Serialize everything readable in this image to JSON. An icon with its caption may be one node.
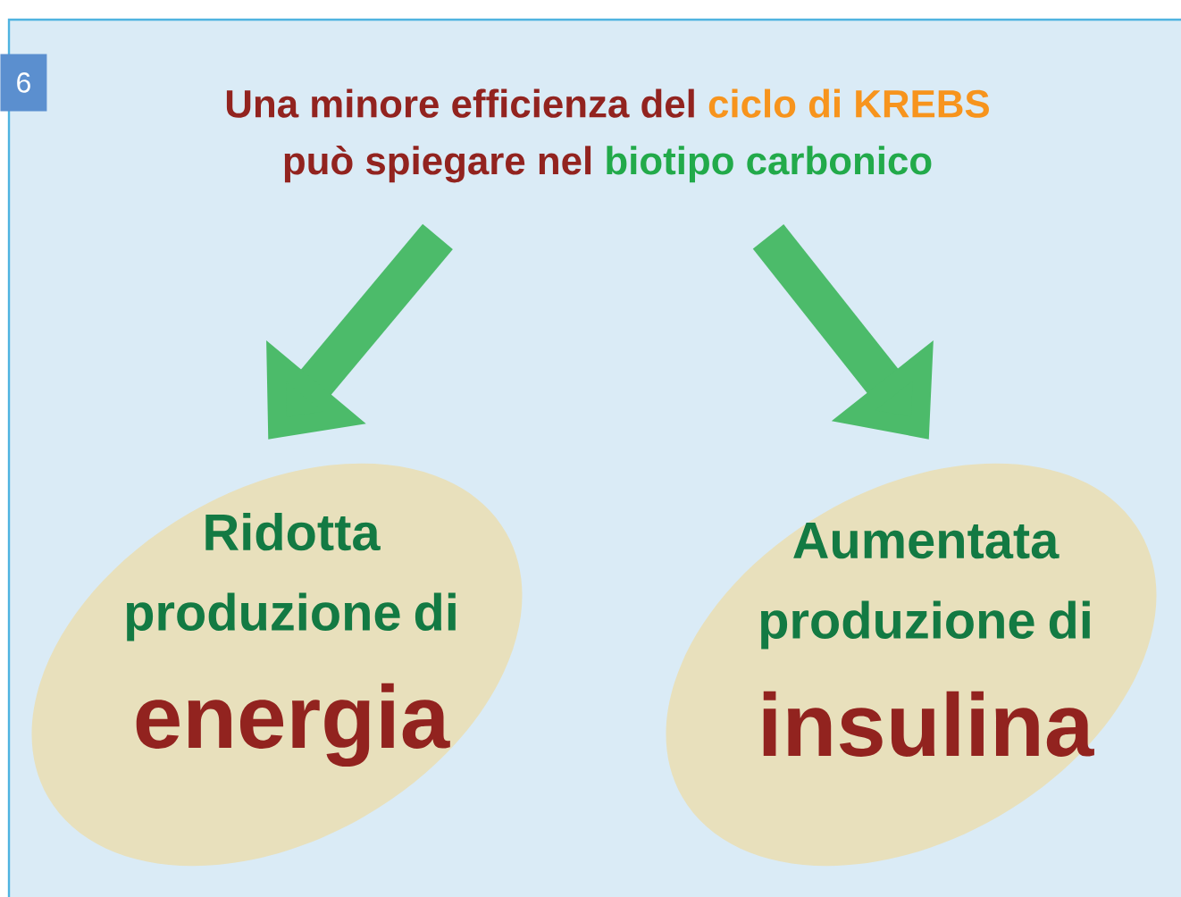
{
  "diagram": {
    "nodes": [
      {
        "text": [
          "Una minore efficienza del",
          "ciclo di KREBS",
          "può spiegare nel",
          "biotipo carbonico"
        ]
      },
      {
        "text": [
          "Ridotta produzione di",
          "energia"
        ]
      },
      {
        "text": [
          "Aumentata produzione di",
          "insulina"
        ]
      }
    ],
    "edges": [
      {
        "from": 0,
        "to": 1,
        "arrow": "to"
      },
      {
        "from": 0,
        "to": 2,
        "arrow": "to"
      }
    ],
    "labels": [
      "6"
    ]
  }
}
